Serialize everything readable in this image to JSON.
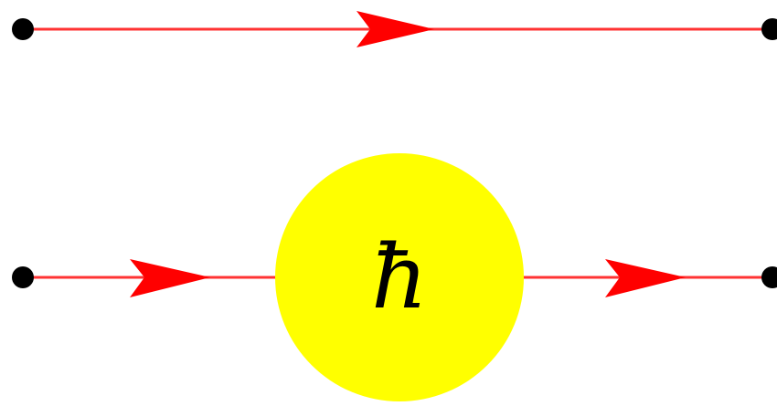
{
  "colors": {
    "line": "#ff3333",
    "arrow": "#ff0000",
    "endpoint": "#000000",
    "node_fill": "#ffff00",
    "label": "#000000"
  },
  "top_path": {
    "arrow_icon": "arrowhead-right"
  },
  "bottom_path": {
    "node_label": "ħ",
    "arrow_icon": "arrowhead-right"
  }
}
